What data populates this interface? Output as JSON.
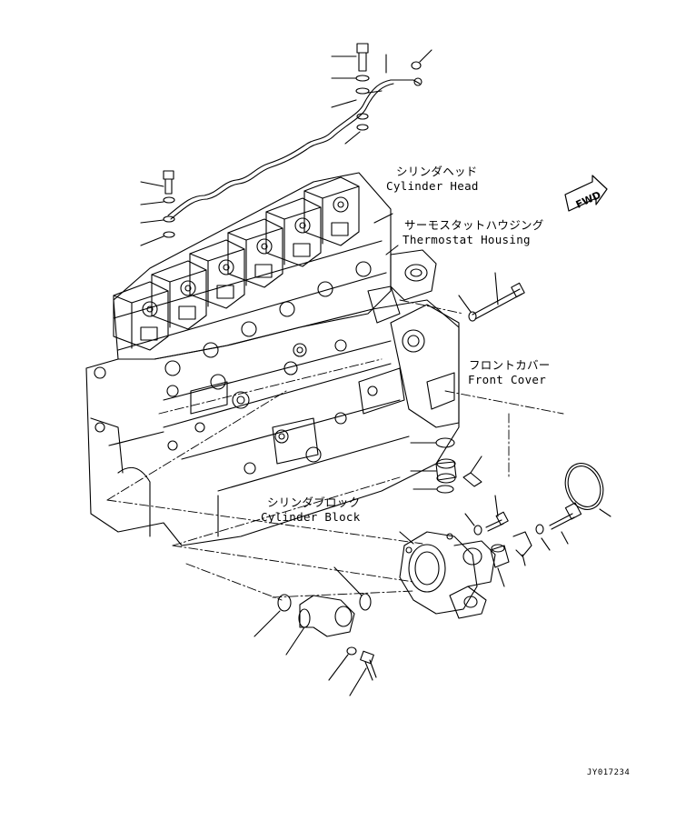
{
  "labels": {
    "cylinder_head_jp": "シリンダヘッド",
    "cylinder_head_en": "Cylinder Head",
    "thermostat_jp": "サーモスタットハウジング",
    "thermostat_en": "Thermostat Housing",
    "front_cover_jp": "フロントカバー",
    "front_cover_en": "Front Cover",
    "cylinder_block_jp": "シリンダブロック",
    "cylinder_block_en": "Cylinder Block"
  },
  "direction_marker": "FWD",
  "figure_code": "JY017234"
}
